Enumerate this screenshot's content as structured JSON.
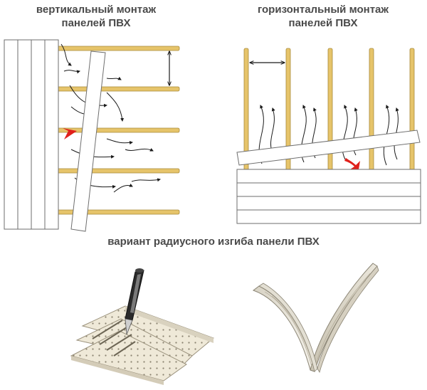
{
  "captions": {
    "vertical_line1": "вертикальный монтаж",
    "vertical_line2": "панелей ПВХ",
    "horizontal_line1": "горизонтальный монтаж",
    "horizontal_line2": "панелей ПВХ",
    "radius_bend": "вариант радиусного изгиба панели ПВХ"
  },
  "colors": {
    "batten": "#e6c46a",
    "batten_edge": "#a88a3a",
    "panel": "#ffffff",
    "panel_edge": "#6e6e6e",
    "airflow_arrow": "#1a1a1a",
    "fit_arrow": "#e0201b",
    "panel_cream": "#efe9d8",
    "panel_dots": "#8a8270"
  },
  "icons": {
    "cutter": "utility-knife-icon",
    "bent_panel": "v-bent-panel-icon"
  }
}
